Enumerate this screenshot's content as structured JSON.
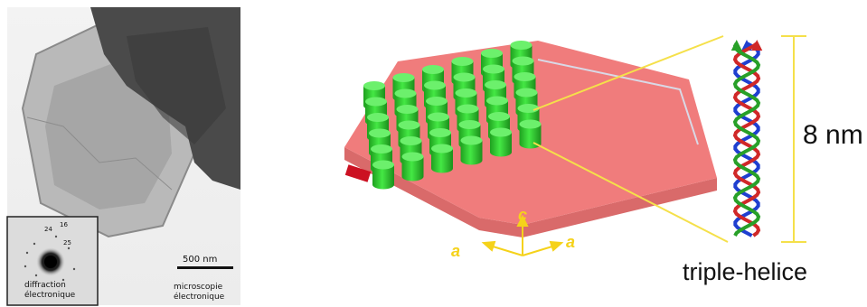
{
  "micrograph": {
    "scale_bar": "500 nm",
    "caption_line1": "microscopie",
    "caption_line2": "électronique"
  },
  "diffraction_inset": {
    "caption_line1": "diffraction",
    "caption_line2": "électronique",
    "spot_labels": [
      "16",
      "24",
      "25"
    ]
  },
  "diagram": {
    "axis_c": "c",
    "axis_a_left": "a",
    "axis_a_right": "a",
    "height_label": "8 nm",
    "helix_label": "triple-helice"
  },
  "colors": {
    "platelet": "#f07c7c",
    "platelet_side": "#d96a6a",
    "cylinder": "#33dd33",
    "marker": "#cc1122",
    "guide_line": "#f5e04a",
    "helix_strands": [
      "#1f3fd0",
      "#d02828",
      "#28a028"
    ]
  }
}
